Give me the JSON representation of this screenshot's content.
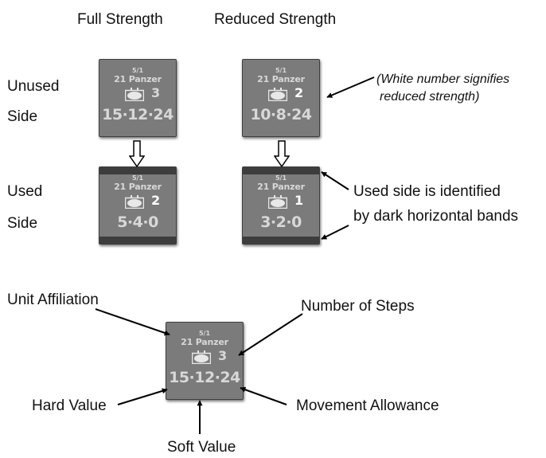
{
  "headers": {
    "full": "Full Strength",
    "reduced": "Reduced Strength"
  },
  "rows": {
    "unused_1": "Unused",
    "unused_2": "Side",
    "used_1": "Used",
    "used_2": "Side"
  },
  "counters": {
    "full_unused": {
      "division": "5/1",
      "unit": "21 Panzer",
      "steps": "3",
      "values": "15·12·24"
    },
    "reduced_unused": {
      "division": "5/1",
      "unit": "21 Panzer",
      "steps": "2",
      "values": "10·8·24"
    },
    "full_used": {
      "division": "5/1",
      "unit": "21 Panzer",
      "steps": "2",
      "values": "5·4·0"
    },
    "reduced_used": {
      "division": "5/1",
      "unit": "21 Panzer",
      "steps": "1",
      "values": "3·2·0"
    },
    "example": {
      "division": "5/1",
      "unit": "21 Panzer",
      "steps": "3",
      "values": "15·12·24"
    }
  },
  "notes": {
    "white_number_1": "(White number signifies",
    "white_number_2": "reduced strength)",
    "used_side_1": "Used side is identified",
    "used_side_2": "by dark horizontal bands"
  },
  "callouts": {
    "unit_affiliation": "Unit Affiliation",
    "number_of_steps": "Number of Steps",
    "hard_value": "Hard Value",
    "movement_allowance": "Movement Allowance",
    "soft_value": "Soft Value"
  },
  "colors": {
    "counter_fill": "#7b7b7b",
    "counter_text": "#d8d8d8",
    "band": "#3d3d3d",
    "reduced_step": "#ffffff"
  }
}
